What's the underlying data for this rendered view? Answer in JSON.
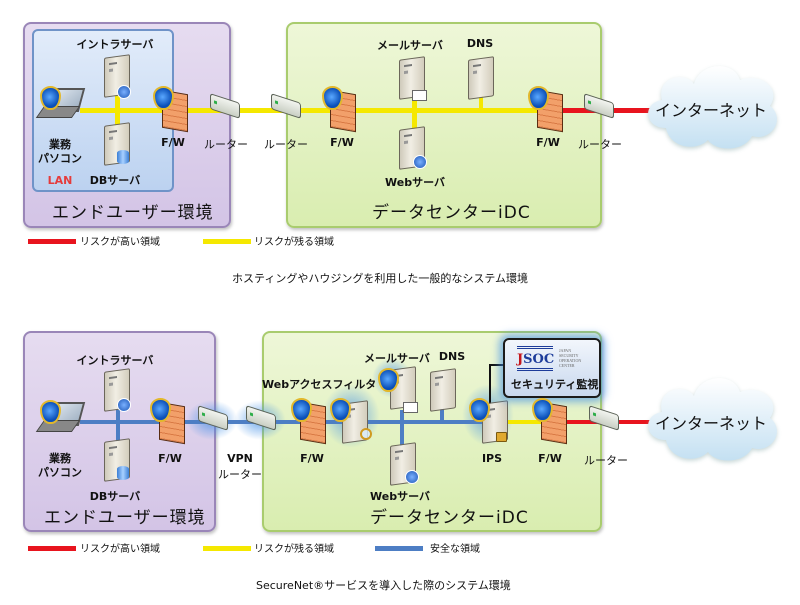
{
  "colors": {
    "high_risk": "#e8141e",
    "remaining_risk": "#f5e800",
    "safe": "#4d7ec4",
    "end_user_panel": "#d9cbe9",
    "lan_panel": "#c6d9f2",
    "idc_panel": "#e0f0bf"
  },
  "diagram_top": {
    "end_user_env_label": "エンドユーザー環境",
    "lan_label": "LAN",
    "intra_server": "イントラサーバ",
    "office_pc_line1": "業務",
    "office_pc_line2": "パソコン",
    "db_server": "DBサーバ",
    "fw_end": "F/W",
    "router_1": "ルーター",
    "router_2": "ルーター",
    "idc_label": "データセンターiDC",
    "fw_idc_in": "F/W",
    "mail_server": "メールサーバ",
    "dns": "DNS",
    "web_server": "Webサーバ",
    "fw_idc_out": "F/W",
    "router_out": "ルーター",
    "internet": "インターネット",
    "legend": [
      {
        "label": "リスクが高い領域",
        "color": "#e8141e"
      },
      {
        "label": "リスクが残る領域",
        "color": "#f5e800"
      }
    ],
    "caption": "ホスティングやハウジングを利用した一般的なシステム環境"
  },
  "diagram_bottom": {
    "end_user_env_label": "エンドユーザー環境",
    "intra_server": "イントラサーバ",
    "office_pc_line1": "業務",
    "office_pc_line2": "パソコン",
    "db_server": "DBサーバ",
    "fw_end": "F/W",
    "vpn_line1": "VPN",
    "vpn_line2": "ルーター",
    "idc_label": "データセンターiDC",
    "web_access_filter": "Webアクセスフィルタ",
    "fw_idc_in": "F/W",
    "mail_server": "メールサーバ",
    "dns": "DNS",
    "web_server": "Webサーバ",
    "ips": "IPS",
    "jsoc_logo": "JSOC",
    "jsoc_subtitle": [
      "JAPAN",
      "SECURITY",
      "OPERATION",
      "CENTER"
    ],
    "jsoc_title": "セキュリティ監視",
    "fw_idc_out": "F/W",
    "router_out": "ルーター",
    "internet": "インターネット",
    "legend": [
      {
        "label": "リスクが高い領域",
        "color": "#e8141e"
      },
      {
        "label": "リスクが残る領域",
        "color": "#f5e800"
      },
      {
        "label": "安全な領域",
        "color": "#4d7ec4"
      }
    ],
    "caption": "SecureNet®サービスを導入した際のシステム環境"
  }
}
